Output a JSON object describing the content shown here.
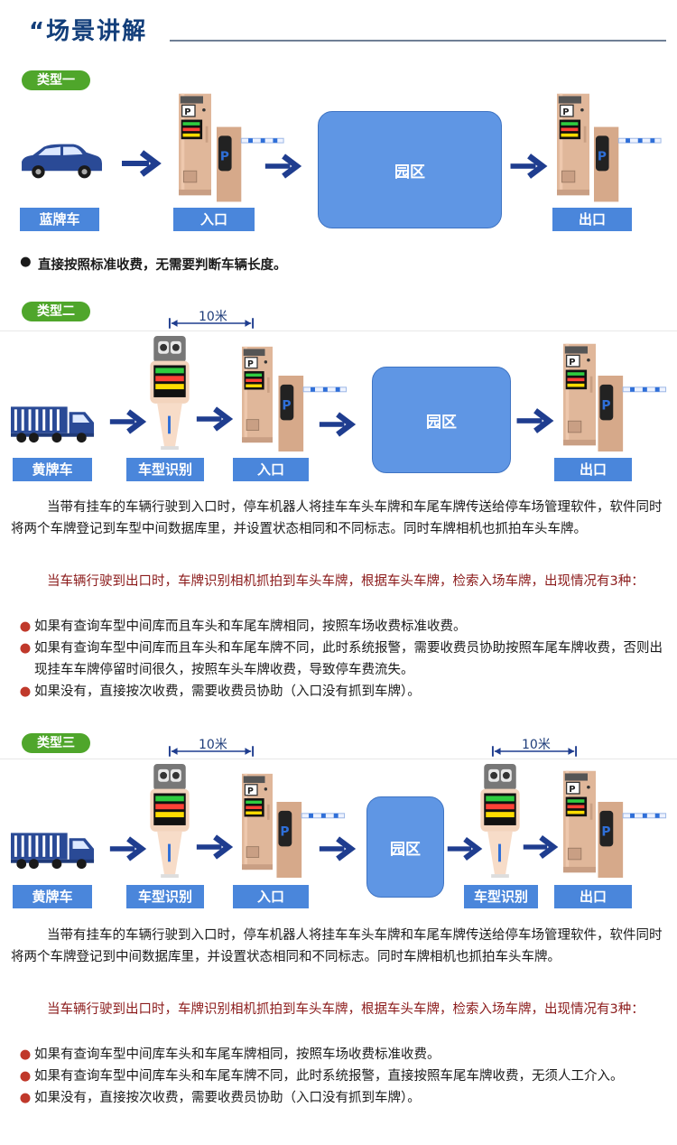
{
  "header": {
    "title": "“场景讲解"
  },
  "type1": {
    "badge": "类型一",
    "labels": {
      "car": "蓝牌车",
      "entry": "入口",
      "zone": "园区",
      "exit": "出口"
    },
    "note": "直接按照标准收费，无需要判断车辆长度。"
  },
  "type2": {
    "badge": "类型二",
    "distance": "10米",
    "labels": {
      "truck": "黄牌车",
      "recog": "车型识别",
      "entry": "入口",
      "zone": "园区",
      "exit": "出口"
    },
    "para1": "当带有挂车的车辆行驶到入口时，停车机器人将挂车车头车牌和车尾车牌传送给停车场管理软件，软件同时将两个车牌登记到车型中间数据库里，并设置状态相同和不同标志。同时车牌相机也抓拍车头车牌。",
    "para2": "当车辆行驶到出口时，车牌识别相机抓拍到车头车牌，根据车头车牌，检索入场车牌，出现情况有3种：",
    "bullets": [
      "如果有查询车型中间库而且车头和车尾车牌相同，按照车场收费标准收费。",
      "如果有查询车型中间库而且车头和车尾车牌不同，此时系统报警，需要收费员协助按照车尾车牌收费，否则出现挂车车牌停留时间很久，按照车头车牌收费，导致停车费流失。",
      "如果没有，直接按次收费，需要收费员协助（入口没有抓到车牌）。"
    ]
  },
  "type3": {
    "badge": "类型三",
    "distance_left": "10米",
    "distance_right": "10米",
    "labels": {
      "truck": "黄牌车",
      "recog": "车型识别",
      "entry": "入口",
      "zone": "园区",
      "recog2": "车型识别",
      "exit": "出口"
    },
    "para1": "当带有挂车的车辆行驶到入口时，停车机器人将挂车车头车牌和车尾车牌传送给停车场管理软件，软件同时将两个车牌登记到中间数据库里，并设置状态相同和不同标志。同时车牌相机也抓拍车头车牌。",
    "para2": "当车辆行驶到出口时，车牌识别相机抓拍到车头车牌，根据车头车牌，检索入场车牌，出现情况有3种：",
    "bullets": [
      "如果有查询车型中间库车头和车尾车牌相同，按照车场收费标准收费。",
      "如果有查询车型中间库车头和车尾车牌不同，此时系统报警，直接按照车尾车牌收费，无须人工介入。",
      "如果没有，直接按次收费，需要收费员协助（入口没有抓到车牌）。"
    ]
  },
  "colors": {
    "accent_green": "#4fa62b",
    "label_blue": "#4a86db",
    "zone_blue": "#5f96e4",
    "arrow_navy": "#1f3d8f",
    "red_text": "#8b1a1a"
  },
  "icons": [
    "car-icon",
    "truck-icon",
    "ticket-machine-icon",
    "barrier-gate-icon",
    "recognition-robot-icon",
    "arrow-right-icon"
  ]
}
